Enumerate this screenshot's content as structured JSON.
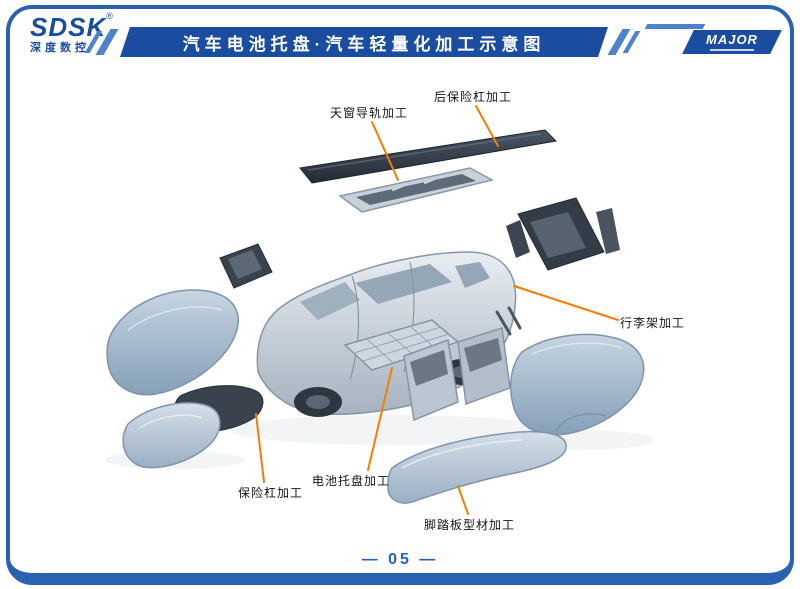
{
  "header": {
    "logo": {
      "brand": "SDSK",
      "registered": "®",
      "subtitle": "深度数控"
    },
    "banner_title": "汽车电池托盘·汽车轻量化加工示意图",
    "major": {
      "brand": "MAJOR"
    }
  },
  "diagram": {
    "labels": [
      {
        "text": "天窗导轨加工"
      },
      {
        "text": "后保险杠加工"
      },
      {
        "text": "行李架加工"
      },
      {
        "text": "保险杠加工"
      },
      {
        "text": "电池托盘加工"
      },
      {
        "text": "脚踏板型材加工"
      }
    ]
  },
  "footer": {
    "page_number": "— 05 —"
  },
  "colors": {
    "brand_blue": "#1a4c9f",
    "border_blue": "#2a62b2",
    "stripe_blue": "#4d82cc",
    "leader_orange": "#f87c00"
  }
}
